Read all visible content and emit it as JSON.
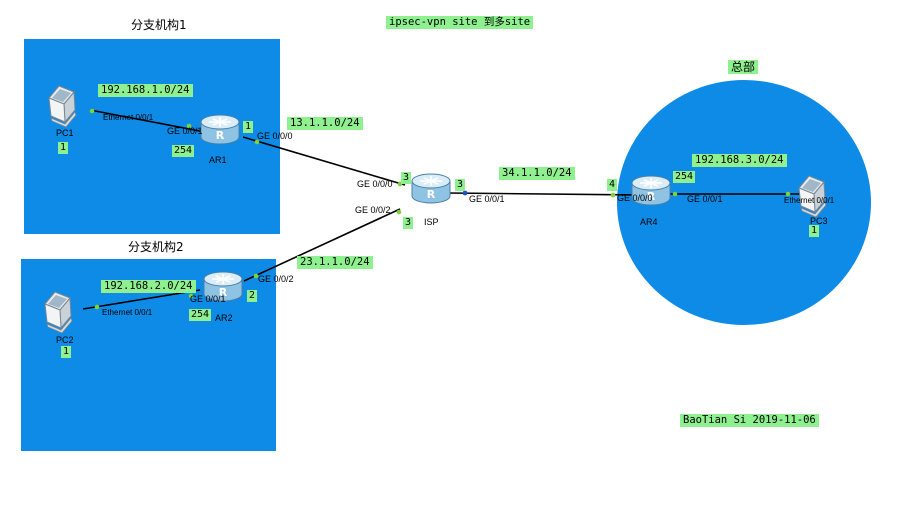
{
  "title": "ipsec-vpn site 到多site",
  "footer": "BaoTian Si  2019-11-06",
  "zones": {
    "branch1": "分支机构1",
    "branch2": "分支机构2",
    "hq": "总部"
  },
  "networks": {
    "lan1": "192.168.1.0/24",
    "lan2": "192.168.2.0/24",
    "lan3": "192.168.3.0/24",
    "wan_ar1": "13.1.1.0/24",
    "wan_ar2": "23.1.1.0/24",
    "wan_ar4": "34.1.1.0/24"
  },
  "devices": {
    "pc1": "PC1",
    "pc2": "PC2",
    "pc3": "PC3",
    "ar1": "AR1",
    "ar2": "AR2",
    "ar4": "AR4",
    "isp": "ISP"
  },
  "ports": {
    "pc1_eth": "Ethernet 0/0/1",
    "ar1_g01": "GE 0/0/1",
    "ar1_g00": "GE 0/0/0",
    "isp_g00": "GE 0/0/0",
    "isp_g02": "GE 0/0/2",
    "isp_g01": "GE 0/0/1",
    "ar2_g02": "GE 0/0/2",
    "ar2_g01": "GE 0/0/1",
    "pc2_eth": "Ethernet 0/0/1",
    "ar4_g00": "GE 0/0/0",
    "ar4_g01": "GE 0/0/1",
    "pc3_eth": "Ethernet 0/0/1"
  },
  "host_ids": {
    "pc1": "1",
    "ar1_lan": "254",
    "ar1_wan": "1",
    "isp_g00": "3",
    "isp_g02": "3",
    "isp_g01": "3",
    "ar2_wan": "2",
    "ar2_lan": "254",
    "pc2": "1",
    "ar4_wan": "4",
    "ar4_lan": "254",
    "pc3": "1"
  },
  "colors": {
    "zone_fill": "#0d8be6",
    "label_fill": "#8ff08f",
    "link": "#000000",
    "port_dot": "#7cd33a",
    "port_dot_isp_g01": "#1d4fd1"
  }
}
